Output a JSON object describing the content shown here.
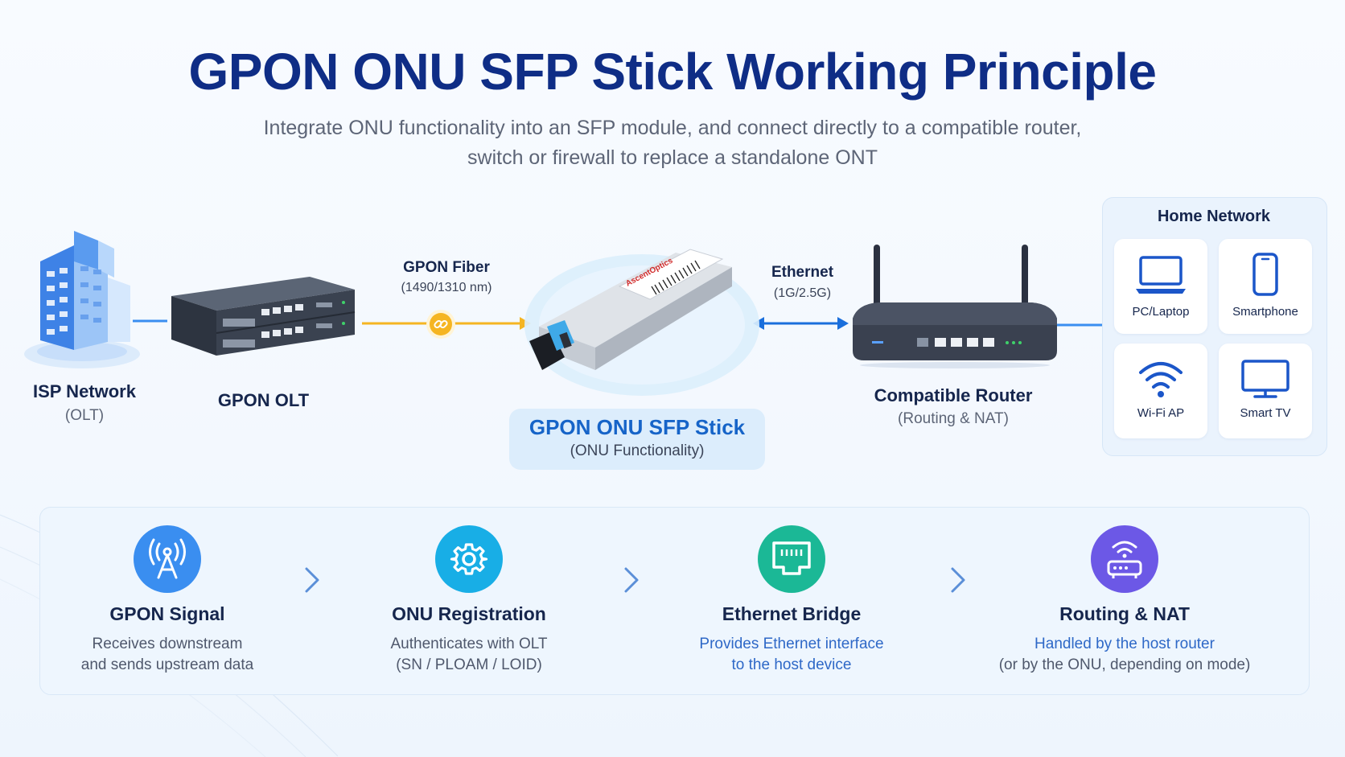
{
  "title": "GPON ONU SFP Stick Working Principle",
  "subtitle": {
    "line1": "Integrate ONU functionality into an SFP module, and connect directly to a compatible router,",
    "line2": "switch or firewall to replace a standalone ONT"
  },
  "nodes": {
    "isp": {
      "label": "ISP Network",
      "sub": "(OLT)"
    },
    "olt": {
      "label": "GPON OLT"
    },
    "sfp": {
      "label": "GPON ONU SFP Stick",
      "sub": "(ONU Functionality)",
      "module_brand": "AscentOptics"
    },
    "router": {
      "label": "Compatible Router",
      "sub": "(Routing & NAT)"
    }
  },
  "links": {
    "fiber": {
      "label": "GPON Fiber",
      "sub": "(1490/1310 nm)"
    },
    "ethernet": {
      "label": "Ethernet",
      "sub": "(1G/2.5G)"
    }
  },
  "home_network": {
    "title": "Home Network",
    "devices": [
      {
        "label": "PC/Laptop",
        "icon": "laptop-icon"
      },
      {
        "label": "Smartphone",
        "icon": "smartphone-icon"
      },
      {
        "label": "Wi-Fi AP",
        "icon": "wifi-icon"
      },
      {
        "label": "Smart TV",
        "icon": "tv-icon"
      }
    ]
  },
  "steps": [
    {
      "title": "GPON Signal",
      "desc1": "Receives downstream",
      "desc2": "and sends upstream data",
      "icon": "antenna-icon",
      "color": "#3a8ef0"
    },
    {
      "title": "ONU Registration",
      "desc1": "Authenticates with OLT",
      "desc2": "(SN / PLOAM / LOID)",
      "icon": "gear-icon",
      "color": "#18aee6"
    },
    {
      "title": "Ethernet Bridge",
      "desc1": "Provides Ethernet interface",
      "desc2": "to the host device",
      "icon": "ethernet-port-icon",
      "color": "#1bb896"
    },
    {
      "title": "Routing & NAT",
      "desc1": "Handled by the host router",
      "desc2": "(or by the ONU, depending on mode)",
      "icon": "router-icon",
      "color": "#6c58e6"
    }
  ],
  "colors": {
    "title": "#0f2d86",
    "fiber": "#f5b522",
    "ethernet": "#1a6fdc",
    "accent": "#1664c8"
  }
}
